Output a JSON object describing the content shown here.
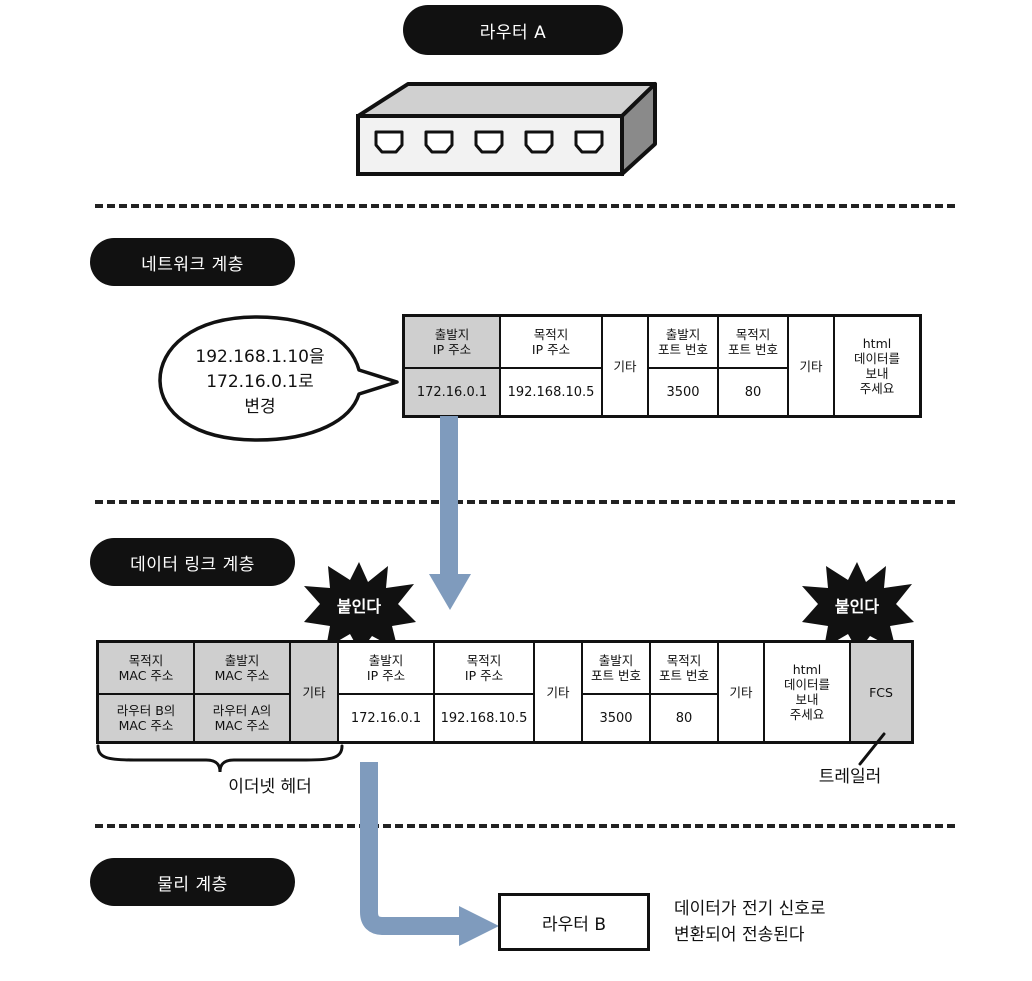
{
  "router_a": {
    "label": "라우터 A"
  },
  "layers": {
    "network": "네트워크 계층",
    "datalink": "데이터 링크 계층",
    "physical": "물리 계층"
  },
  "speech": {
    "lines": [
      "192.168.1.10을",
      "172.16.0.1로",
      "변경"
    ]
  },
  "ip_packet": {
    "src_ip_label": [
      "출발지",
      "IP 주소"
    ],
    "src_ip_value": "172.16.0.1",
    "dst_ip_label": [
      "목적지",
      "IP 주소"
    ],
    "dst_ip_value": "192.168.10.5",
    "etc1": "기타",
    "src_port_label": [
      "출발지",
      "포트 번호"
    ],
    "src_port_value": "3500",
    "dst_port_label": [
      "목적지",
      "포트 번호"
    ],
    "dst_port_value": "80",
    "etc2": "기타",
    "payload": [
      "html",
      "데이터를",
      "보내",
      "주세요"
    ]
  },
  "frame": {
    "dst_mac_label": [
      "목적지",
      "MAC 주소"
    ],
    "dst_mac_value": [
      "라우터 B의",
      "MAC 주소"
    ],
    "src_mac_label": [
      "출발지",
      "MAC 주소"
    ],
    "src_mac_value": [
      "라우터 A의",
      "MAC 주소"
    ],
    "etc0": "기타",
    "fcs": "FCS"
  },
  "attach_left": "붙인다",
  "attach_right": "붙인다",
  "ethernet_header": "이더넷 헤더",
  "trailer": "트레일러",
  "router_b": {
    "label": "라우터 B"
  },
  "physical_note": [
    "데이터가 전기 신호로",
    "변환되어 전송된다"
  ],
  "colors": {
    "arrow": "#7f9bbd",
    "gray": "#cfcfcf",
    "ink": "#111111"
  }
}
